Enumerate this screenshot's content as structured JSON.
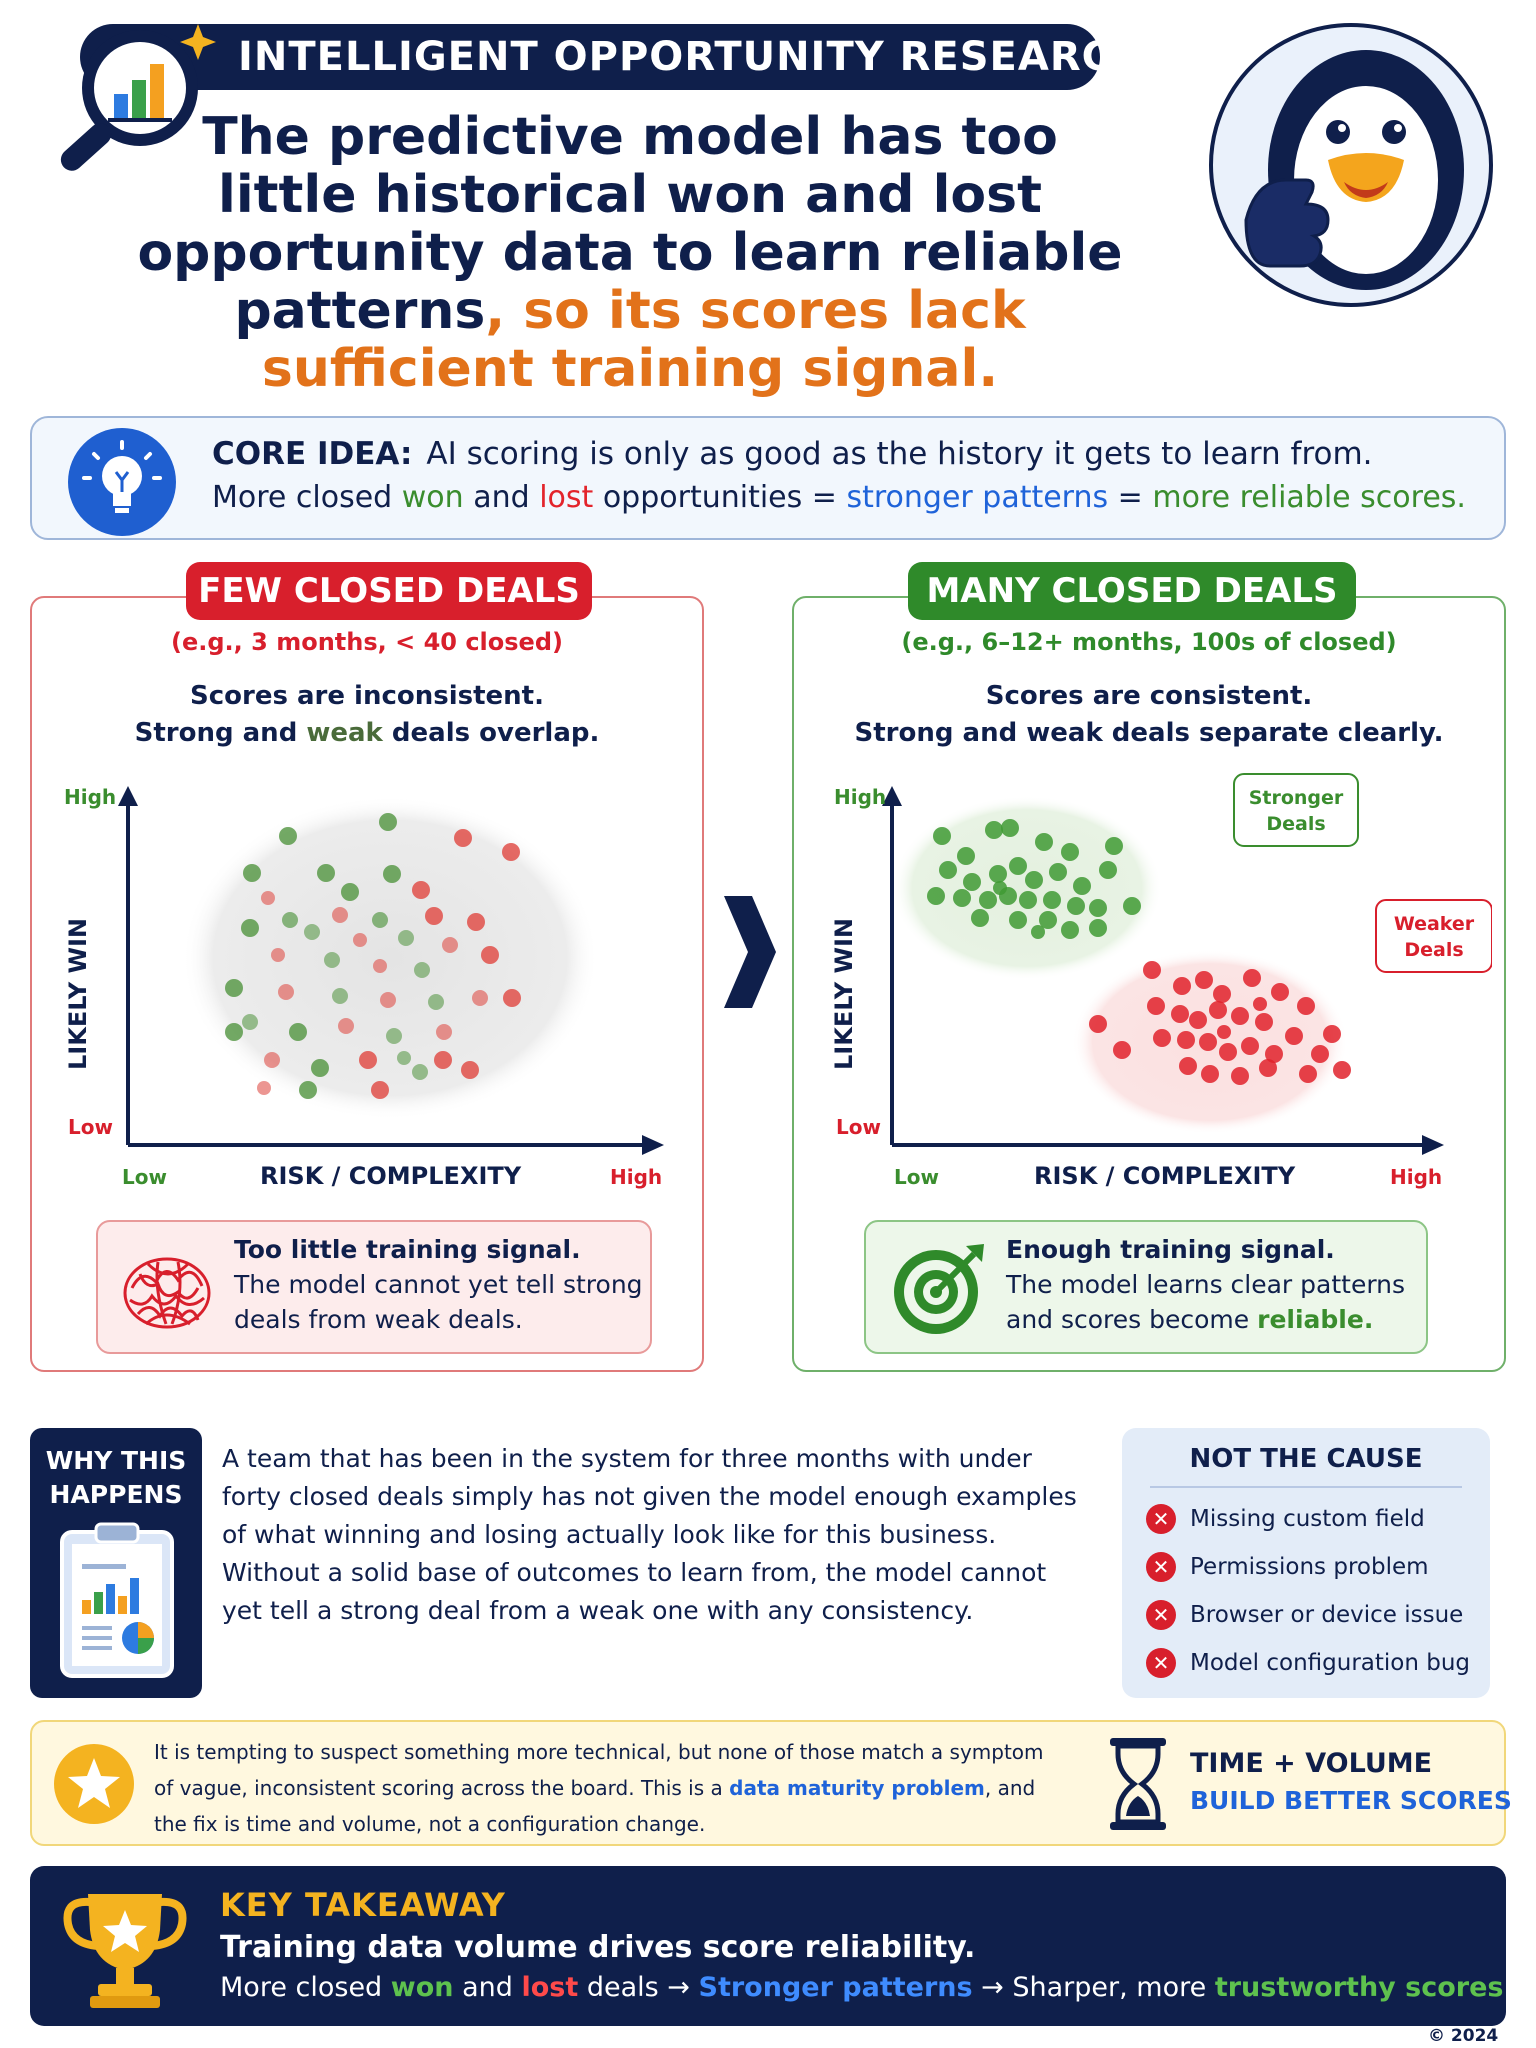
{
  "header": {
    "banner": "INTELLIGENT OPPORTUNITY RESEARCH",
    "headline_navy": "The predictive model has too little historical won and lost opportunity data to learn reliable patterns",
    "headline_orange": ", so its scores lack sufficient training signal."
  },
  "core_idea": {
    "label": "CORE IDEA:",
    "line1": "AI scoring is only as good as the history it gets to learn from.",
    "line2_parts": [
      "More closed ",
      "won",
      " and ",
      "lost",
      " opportunities = ",
      "stronger patterns",
      " = ",
      "more reliable scores."
    ]
  },
  "few": {
    "pill": "FEW CLOSED DEALS",
    "sub": "(e.g., 3 months, < 40 closed)",
    "desc1": "Scores are inconsistent.",
    "desc2_a": "Strong and ",
    "desc2_weak": "weak",
    "desc2_b": " deals overlap.",
    "ylabel": "LIKELY WIN",
    "xlabel": "RISK / COMPLEXITY",
    "y_high": "High",
    "y_low": "Low",
    "x_low": "Low",
    "x_high": "High",
    "callout_bold": "Too little training signal.",
    "callout_rest": "The model cannot yet tell strong deals from weak deals."
  },
  "many": {
    "pill": "MANY CLOSED DEALS",
    "sub": "(e.g., 6–12+ months, 100s of closed)",
    "desc1": "Scores are consistent.",
    "desc2": "Strong and weak deals separate clearly.",
    "ylabel": "LIKELY WIN",
    "xlabel": "RISK / COMPLEXITY",
    "y_high": "High",
    "y_low": "Low",
    "x_low": "Low",
    "x_high": "High",
    "stronger_label_1": "Stronger",
    "stronger_label_2": "Deals",
    "weaker_label_1": "Weaker",
    "weaker_label_2": "Deals",
    "callout_bold": "Enough training signal.",
    "callout_rest_a": "The model learns clear patterns and scores become ",
    "callout_rest_green": "reliable."
  },
  "why": {
    "title_1": "WHY THIS",
    "title_2": "HAPPENS",
    "text": "A team that has been in the system for three months with under forty closed deals simply has not given the model enough examples of what winning and losing actually look like for this business. Without a solid base of outcomes to learn from, the model cannot yet tell a strong deal from a weak one with any consistency."
  },
  "not_the_cause": {
    "title": "NOT THE CAUSE",
    "items": [
      "Missing custom field",
      "Permissions problem",
      "Browser or device issue",
      "Model configuration bug"
    ],
    "x_glyph": "✕"
  },
  "tempting": {
    "text_a": "It is tempting to suspect something more technical, but none of those match a symptom of vague, inconsistent scoring across the board. This is a ",
    "text_link": "data maturity problem",
    "text_b": ", and the fix is time and volume, not a configuration change.",
    "tv_1": "TIME + VOLUME",
    "tv_2": "BUILD BETTER SCORES"
  },
  "takeaway": {
    "title": "KEY TAKEAWAY",
    "line1": "Training data volume drives score reliability.",
    "l2_a": "More closed ",
    "l2_won": "won",
    "l2_and": " and ",
    "l2_lost": "lost",
    "l2_b": " deals → ",
    "l2_patterns": "Stronger patterns",
    "l2_c": " → Sharper, more ",
    "l2_trust": "trustworthy scores",
    "l2_d": "."
  },
  "copyright": "© 2024",
  "colors": {
    "navy": "#0f1f4b",
    "orange": "#e2721a",
    "green": "#3a8d2e",
    "red": "#d81f2c",
    "blue": "#1f63d9",
    "gold": "#f4b320"
  }
}
